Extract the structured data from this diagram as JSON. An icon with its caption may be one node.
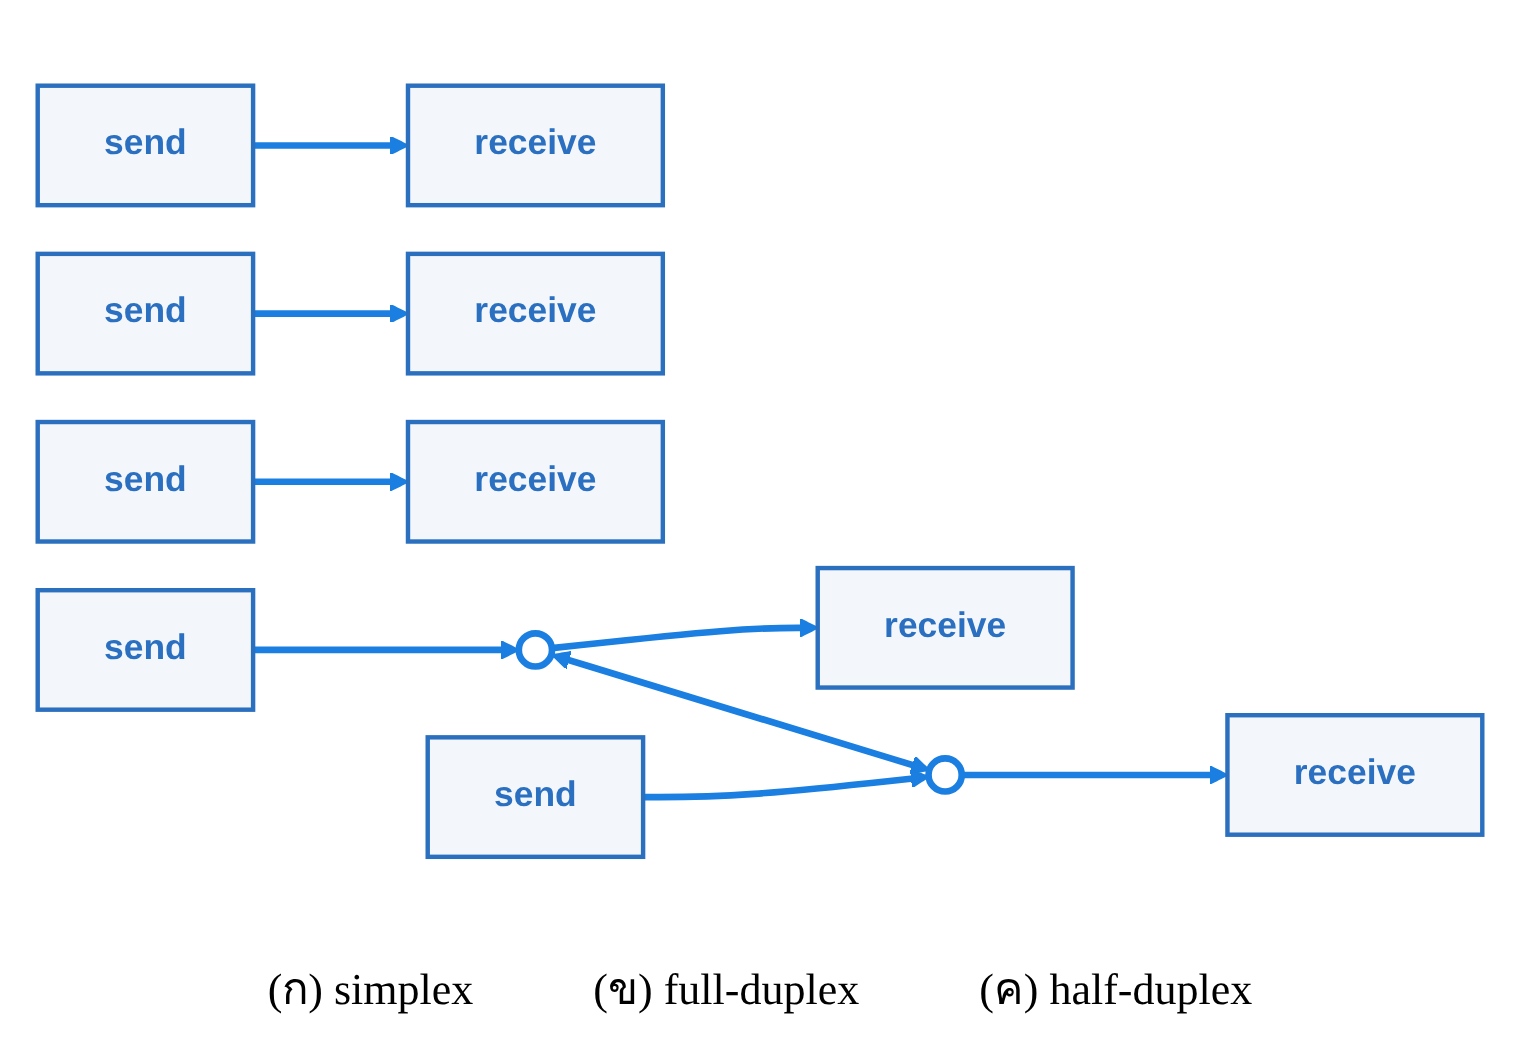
{
  "diagram": {
    "nodes": [
      {
        "text": [
          "send"
        ]
      },
      {
        "text": [
          "receive"
        ]
      },
      {
        "text": [
          "send"
        ]
      },
      {
        "text": [
          "receive"
        ]
      },
      {
        "text": [
          "receive"
        ]
      },
      {
        "text": [
          "send"
        ]
      },
      {
        "text": [
          "send"
        ]
      },
      {
        "text": [
          "receive"
        ]
      },
      {
        "text": [],
        "shape": "circle"
      },
      {
        "text": [],
        "shape": "circle"
      },
      {
        "text": [
          "receive"
        ]
      },
      {
        "text": [
          "send"
        ]
      }
    ],
    "edges": [
      {
        "from": 0,
        "to": 1,
        "arrow": "to"
      },
      {
        "from": 2,
        "to": 4,
        "arrow": "to"
      },
      {
        "from": 5,
        "to": 3,
        "arrow": "to"
      },
      {
        "from": 6,
        "to": 8,
        "arrow": "to"
      },
      {
        "from": 8,
        "to": 7,
        "arrow": "to"
      },
      {
        "from": 8,
        "to": 9,
        "arrow": "both"
      },
      {
        "from": 9,
        "to": 10,
        "arrow": "to"
      },
      {
        "from": 11,
        "to": 9,
        "arrow": "to"
      }
    ],
    "labels": [
      "(ก) simplex",
      "(ข) full-duplex",
      "(ค) half-duplex"
    ]
  }
}
